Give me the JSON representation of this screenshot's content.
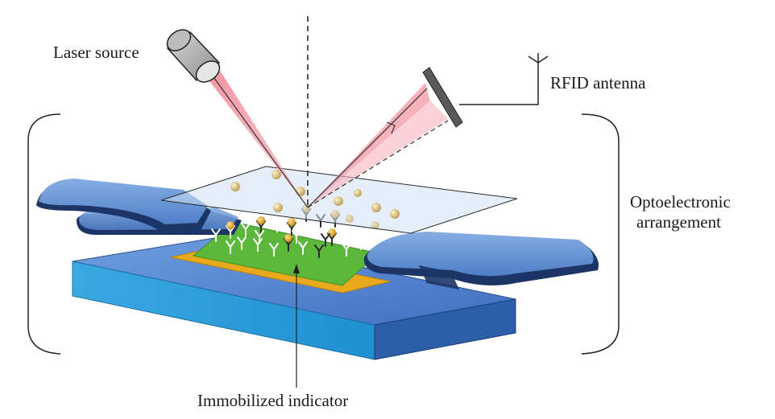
{
  "labels": {
    "laser_source": "Laser source",
    "rfid_antenna": "RFID antenna",
    "optoelectronic_line1": "Optoelectronic",
    "optoelectronic_line2": "arrangement",
    "immobilized_indicator": "Immobilized indicator"
  },
  "colors": {
    "substrate_top": "#5b8fd6",
    "substrate_front": "#2f9fd8",
    "electrode_top": "#6e9ad8",
    "electrode_dark": "#1d3566",
    "gold_pad": "#e8a91c",
    "sensing_area": "#5bb83a",
    "laser_beam": "#f28a96",
    "particles": "#c9b273",
    "glass_slide": "#cfe0f2"
  }
}
